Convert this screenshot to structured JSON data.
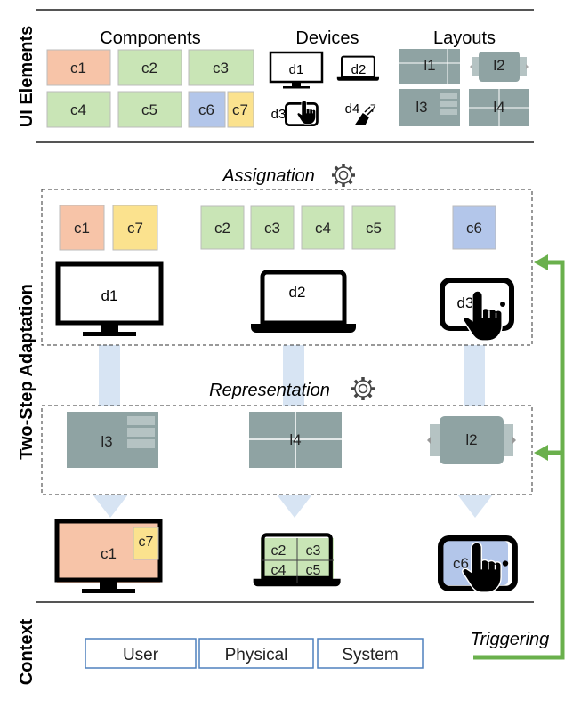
{
  "section_labels": {
    "ui_elements": "UI Elements",
    "adaptation": "Two-Step Adaptation",
    "context": "Context"
  },
  "headers": {
    "components": "Components",
    "devices": "Devices",
    "layouts": "Layouts"
  },
  "steps": {
    "assignation": "Assignation",
    "representation": "Representation",
    "triggering": "Triggering"
  },
  "components": [
    "c1",
    "c2",
    "c3",
    "c4",
    "c5",
    "c6",
    "c7"
  ],
  "devices": [
    "d1",
    "d2",
    "d3",
    "d4"
  ],
  "layouts": [
    "l1",
    "l2",
    "l3",
    "l4"
  ],
  "context_items": [
    "User",
    "Physical",
    "System"
  ],
  "colors": {
    "orange": "#f7c4a8",
    "green": "#c9e5b6",
    "blue": "#b3c6ea",
    "yellow": "#fbe28e",
    "layout_gray": "#8fa3a3",
    "arrow_green": "#6ab04c",
    "flow_blue": "#d7e4f3",
    "context_border": "#4f81bd"
  }
}
